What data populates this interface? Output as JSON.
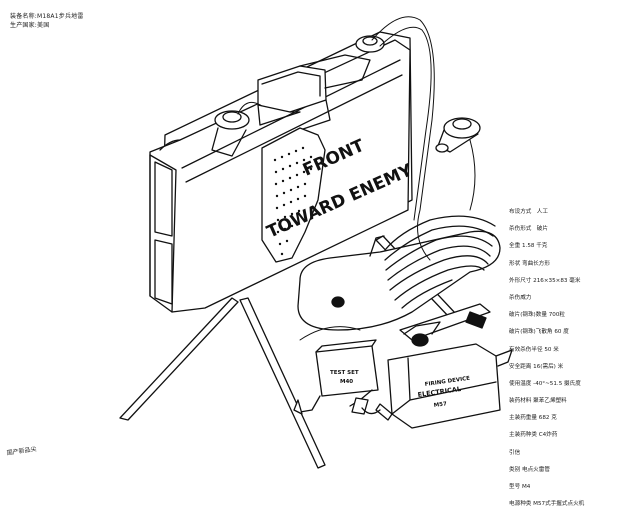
{
  "header": {
    "equipment_name": "装备名称:M18A1步兵地雷",
    "producer": "生产国家:美国"
  },
  "mine_labels": {
    "line1": "FRONT",
    "line2": "TOWARD ENEMY"
  },
  "device_labels": {
    "test_set": "TEST SET",
    "test_set_model": "M40",
    "firing_device": "FIRING DEVICE",
    "electrical": "ELECTRICAL",
    "m57": "M57"
  },
  "specs": [
    {
      "label": "布设方式",
      "value": "人工"
    },
    {
      "label": "杀伤形式",
      "value": "破片"
    },
    {
      "label": "全重",
      "value": "1.58 千克"
    },
    {
      "label": "形状",
      "value": "弯曲长方形"
    },
    {
      "label": "外形尺寸",
      "value": "216×35×83 毫米"
    },
    {
      "label": "杀伤威力",
      "value": ""
    },
    {
      "label": "破片(钢珠)数量",
      "value": "700粒"
    },
    {
      "label": "破片(钢珠)飞散角",
      "value": "60 度"
    },
    {
      "label": "有效杀伤半径",
      "value": "50 米"
    },
    {
      "label": "安全距离",
      "value": "16(需后) 米"
    },
    {
      "label": "使用温度",
      "value": "-40°~51.5 摄氏度"
    },
    {
      "label": "装药材料",
      "value": "聚苯乙烯塑料"
    },
    {
      "label": "主装药重量",
      "value": "682 克"
    },
    {
      "label": "主装药种类",
      "value": "C4炸药"
    },
    {
      "label": "引信",
      "value": ""
    },
    {
      "label": "类别",
      "value": "电点火雷管"
    },
    {
      "label": "型号",
      "value": "M4"
    },
    {
      "label": "电源种类",
      "value": "M57式手握式点火机"
    }
  ],
  "footer_stamp": "国产新品尖"
}
